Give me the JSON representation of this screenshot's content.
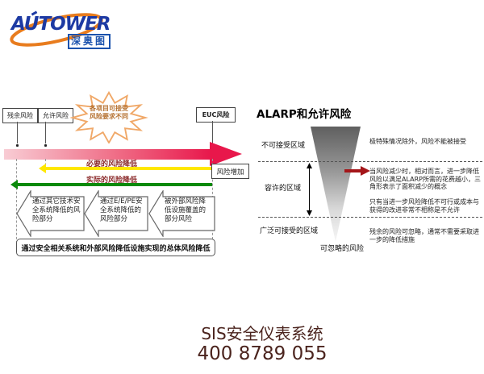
{
  "logo": {
    "brand": "AUTOWER",
    "subtitle": "深奥图"
  },
  "colors": {
    "brand_blue": "#1d3aa3",
    "brand_orange": "#e87c1e",
    "arrow_pink_end": "#e8174b",
    "arrow_yellow": "#ffe800",
    "arrow_green": "#0a8a0a",
    "reduction_label_red": "#8b2a2a",
    "footer_text": "#4b241e"
  },
  "left_diagram": {
    "residual_risk_label": "残余风险",
    "allowed_risk_label": "允许风险",
    "euc_risk_label": "EUC风险",
    "starburst_line1": "各项目可接受",
    "starburst_line2": "风险要求不同",
    "necessary_reduction_label": "必要的风险降低",
    "actual_reduction_label": "实际的风险降低",
    "risk_increase_label": "风险增加",
    "chevron_other_tech": "通过其它技术安全系统降低的风险部分",
    "chevron_eepe": "通过E/E/PE安全系统降低的风险部分",
    "chevron_external": "被外部风险降低设施覆盖的部分风险",
    "overall_box": "通过安全相关系统和外部风险降低设施实现的总体风险降低"
  },
  "right_diagram": {
    "title": "ALARP和允许风险",
    "unacceptable_region": "不可接受区域",
    "tolerable_region": "容许的区域",
    "broadly_acceptable_region": "广泛可接受的区域",
    "negligible_risk": "可忽略的风险",
    "note_top": "极特殊情况除外，风险不能被接受",
    "note_mid1": "当风险减少时，相对而言，进一步降低风险以满足ALARP所需的花费越小，三角形表示了面积减少的概念",
    "note_mid2": "只有当进一步风险降低不可行或成本与获得的改进非常不相称是不允许",
    "note_bottom": "残余的风险可忽略，通常不需要采取进一步的降低措施"
  },
  "footer": {
    "product": "SIS安全仪表系统",
    "phone": "400 8789 055"
  }
}
